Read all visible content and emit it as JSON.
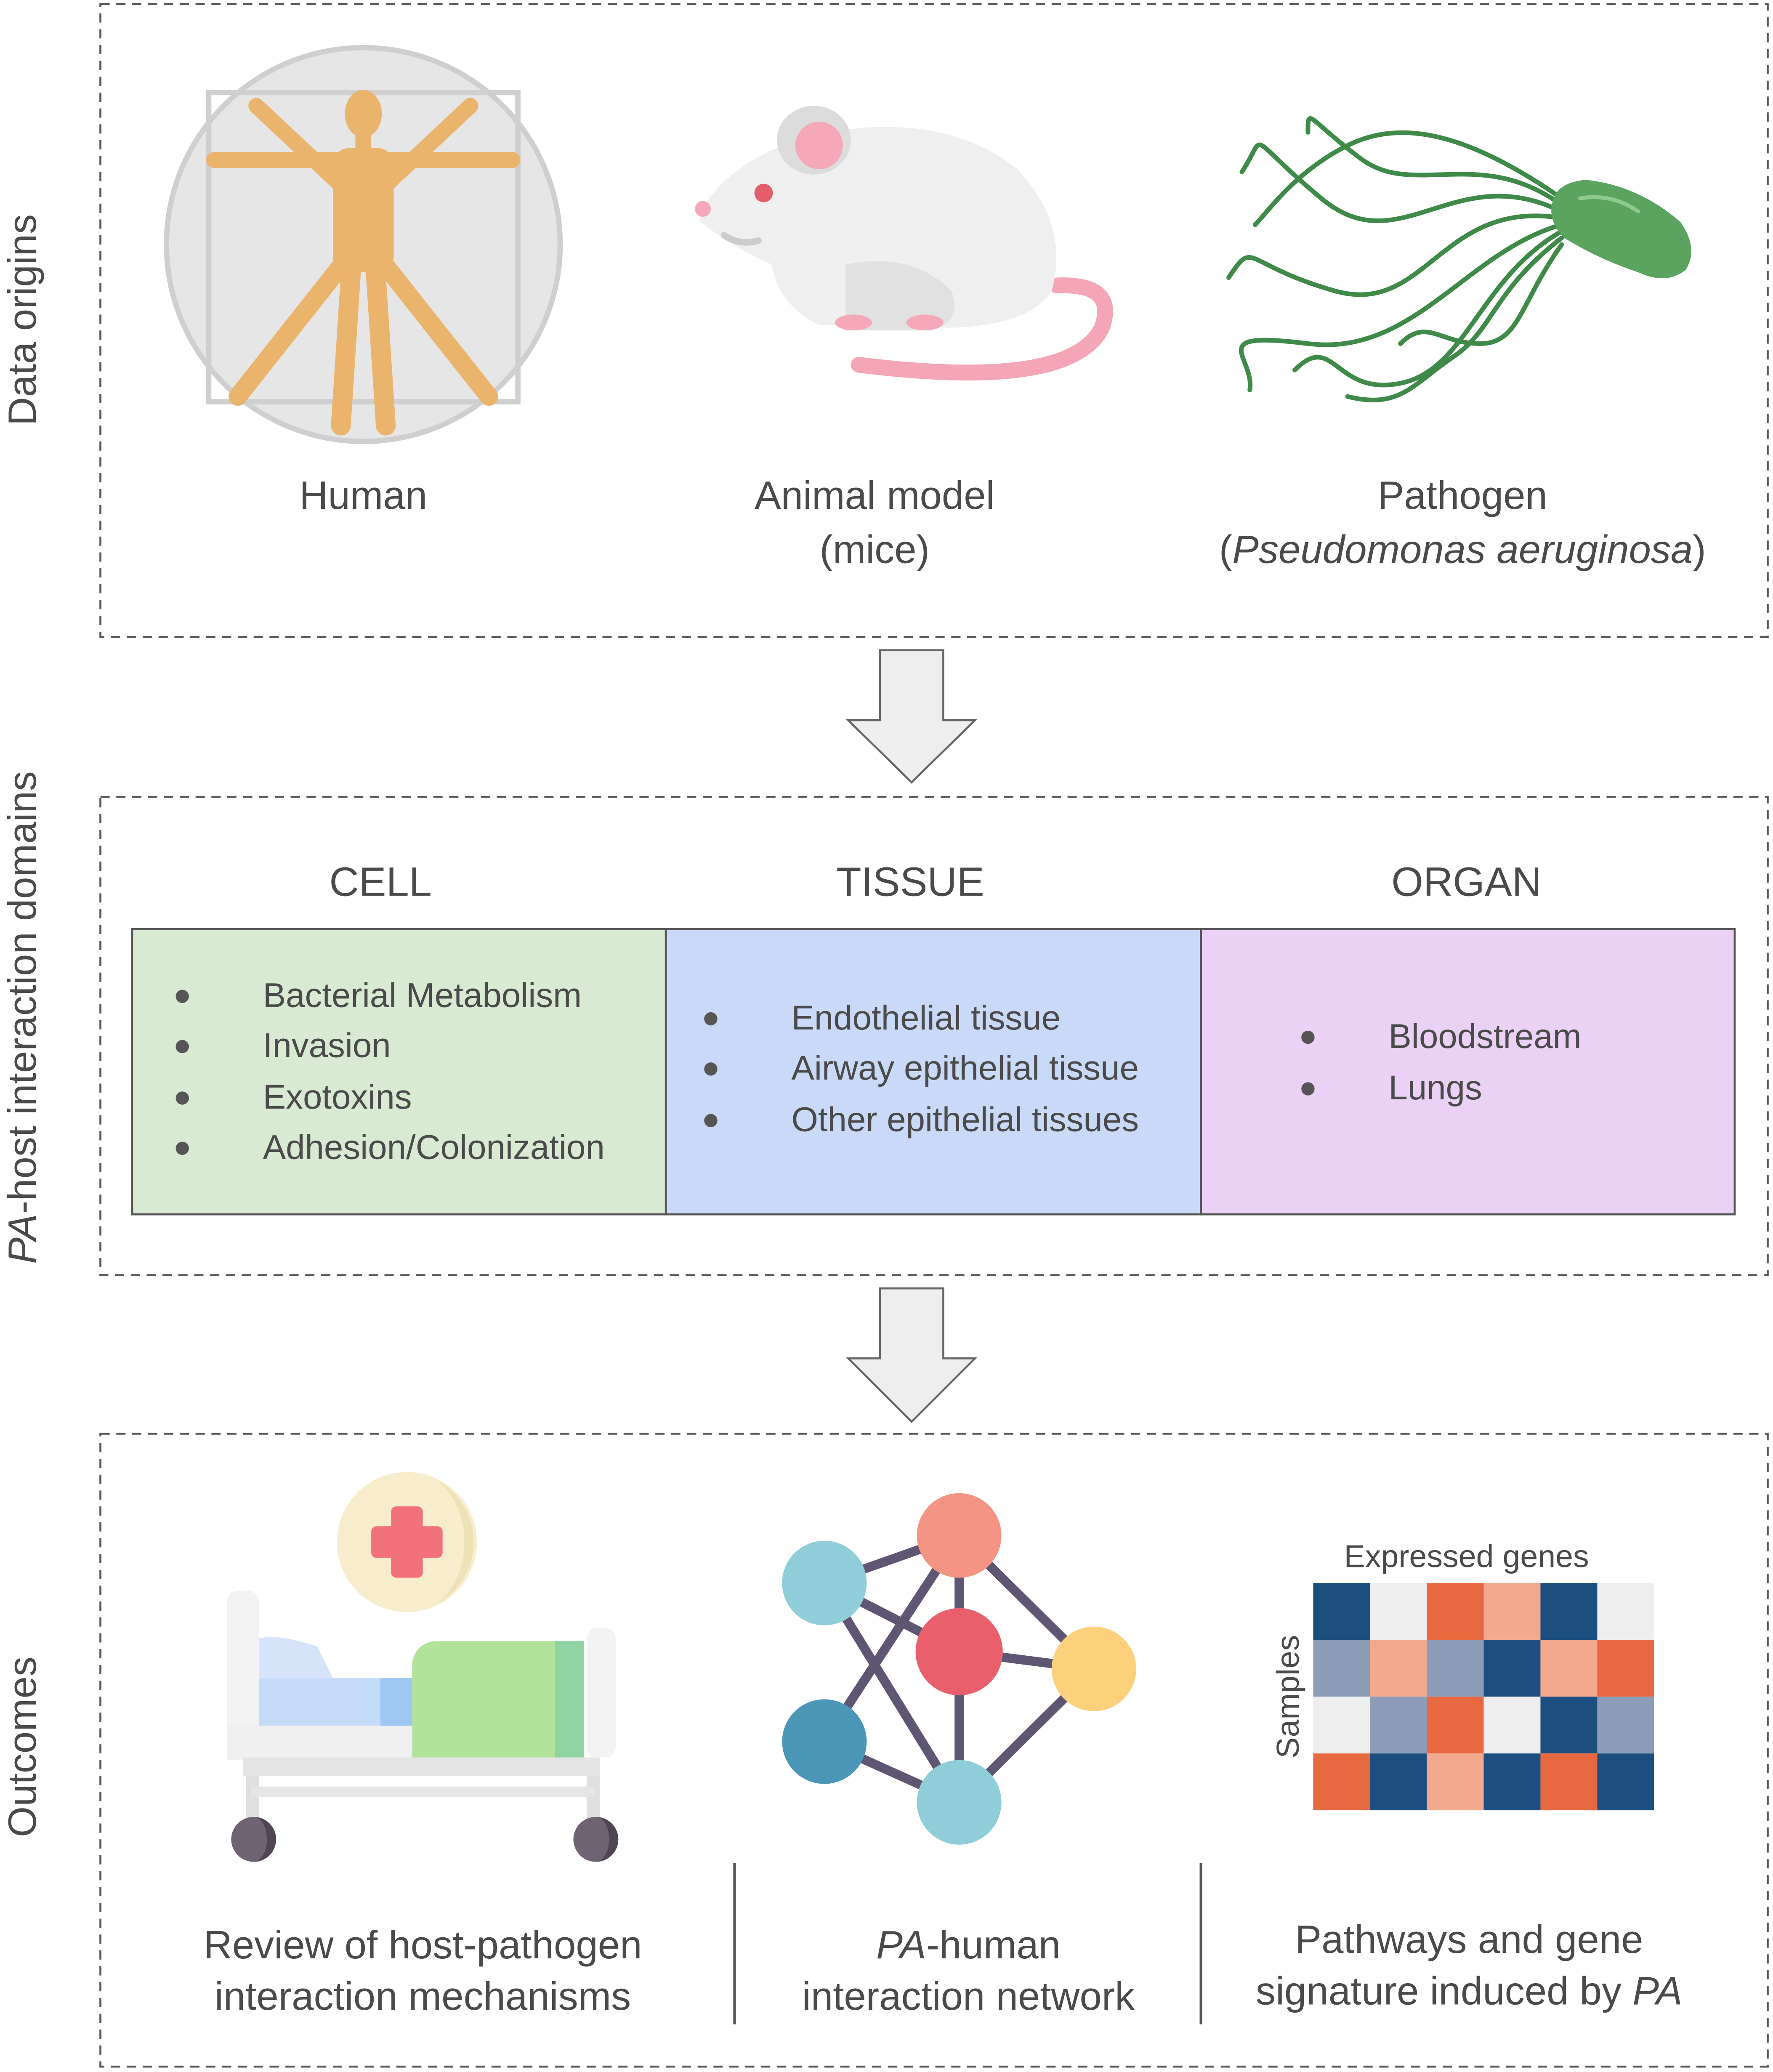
{
  "side_labels": {
    "origins": "Data origins",
    "domains_italic": "PA",
    "domains_rest": "-host interaction domains",
    "outcomes": "Outcomes"
  },
  "origins": {
    "human": "Human",
    "animal_line1": "Animal model",
    "animal_line2": "(mice)",
    "pathogen_line1": "Pathogen",
    "pathogen_open": "(",
    "pathogen_italic": "Pseudomonas aeruginosa",
    "pathogen_close": ")"
  },
  "domains": {
    "cell": {
      "title": "CELL",
      "items": [
        "Bacterial Metabolism",
        "Invasion",
        "Exotoxins",
        "Adhesion/Colonization"
      ]
    },
    "tissue": {
      "title": "TISSUE",
      "items": [
        "Endothelial tissue",
        "Airway epithelial tissue",
        "Other epithelial tissues"
      ]
    },
    "organ": {
      "title": "ORGAN",
      "items": [
        "Bloodstream",
        "Lungs"
      ]
    }
  },
  "outcomes": {
    "review_line1": "Review of host-pathogen",
    "review_line2": "interaction mechanisms",
    "network_italic": "PA",
    "network_rest": "-human",
    "network_line2": "interaction network",
    "signature_line1": "Pathways and gene",
    "signature_line2_prefix": "signature induced by ",
    "signature_line2_italic": "PA",
    "heatmap_top_label": "Expressed genes",
    "heatmap_side_label": "Samples"
  },
  "colors": {
    "cell_fill": "#d9ead3",
    "tissue_fill": "#c9daf8",
    "organ_fill": "#ead1f5",
    "arrow_fill": "#eeeeee",
    "heat_navy": "#1d4e80",
    "heat_light": "#eeeeee",
    "heat_orange": "#e8693f",
    "heat_peach": "#f2a98e",
    "heat_slate": "#8c9db8"
  }
}
